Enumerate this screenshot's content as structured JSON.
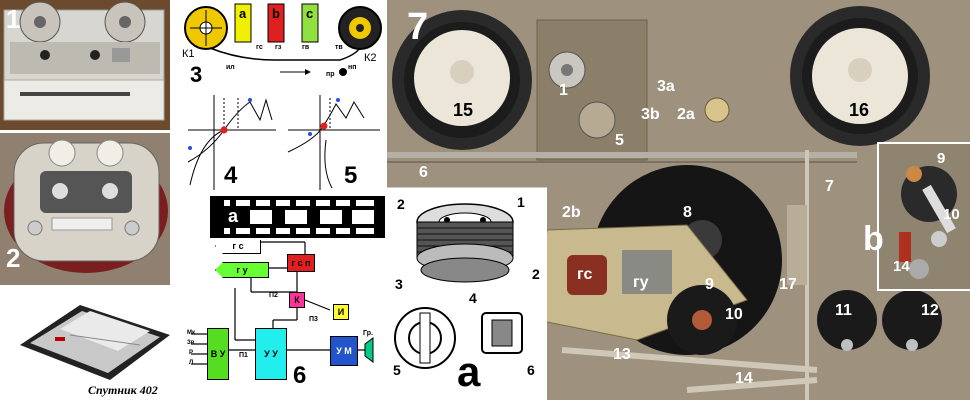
{
  "photos": {
    "p1": {
      "num": "1"
    },
    "p2": {
      "num": "2"
    },
    "sputnik": {
      "caption": "Спутник 402"
    }
  },
  "tape_path": {
    "num": "3",
    "k1": "К1",
    "k2": "К2",
    "blocks": [
      "а",
      "b",
      "с"
    ],
    "heads": [
      "ил",
      "гс",
      "гз",
      "гв",
      "тв",
      "нп",
      "пр"
    ]
  },
  "plots": {
    "p4": "4",
    "p5": "5"
  },
  "tape_a": {
    "label": "а"
  },
  "block_diagram": {
    "num": "6",
    "gs": "г с",
    "gu": "г у",
    "gsp": "г с п",
    "k": "К",
    "i": "И",
    "p1": "П1",
    "p2": "П2",
    "p3": "П3",
    "vu": "В У",
    "uu": "У У",
    "um": "У М",
    "inputs": [
      "Мк",
      "Зв",
      "Р",
      "Л"
    ],
    "out": "Гр."
  },
  "mechanism": {
    "num": "7",
    "labels": [
      "1",
      "2a",
      "2b",
      "3a",
      "3b",
      "5",
      "6",
      "7",
      "8",
      "9",
      "10",
      "11",
      "12",
      "13",
      "14",
      "15",
      "16",
      "17"
    ],
    "gs": "гс",
    "gu": "гу",
    "inset_b": {
      "letter": "b",
      "labels": [
        "9",
        "10",
        "14"
      ]
    },
    "inset_a": {
      "letter": "a",
      "labels": [
        "1",
        "2",
        "2",
        "3",
        "4",
        "5",
        "6"
      ]
    }
  }
}
